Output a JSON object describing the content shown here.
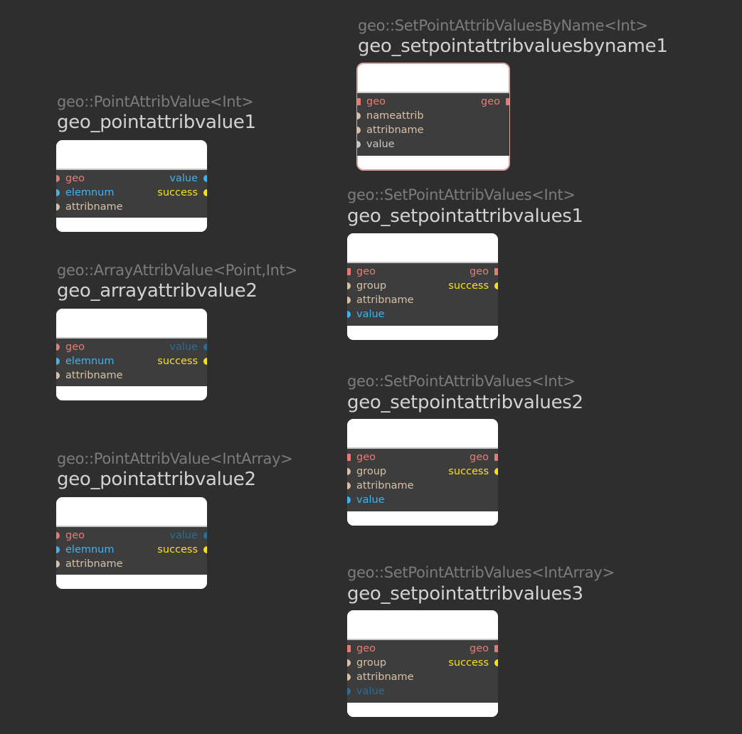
{
  "nodes": {
    "n1": {
      "type": "geo::PointAttribValue<Int>",
      "name": "geo_pointattribvalue1",
      "in": [
        "geo",
        "elemnum",
        "attribname"
      ],
      "out": [
        "value",
        "success"
      ]
    },
    "n2": {
      "type": "geo::ArrayAttribValue<Point,Int>",
      "name": "geo_arrayattribvalue2",
      "in": [
        "geo",
        "elemnum",
        "attribname"
      ],
      "out": [
        "value",
        "success"
      ]
    },
    "n3": {
      "type": "geo::PointAttribValue<IntArray>",
      "name": "geo_pointattribvalue2",
      "in": [
        "geo",
        "elemnum",
        "attribname"
      ],
      "out": [
        "value",
        "success"
      ]
    },
    "n4": {
      "type": "geo::SetPointAttribValuesByName<Int>",
      "name": "geo_setpointattribvaluesbyname1",
      "in": [
        "geo",
        "nameattrib",
        "attribname",
        "value"
      ],
      "out": [
        "geo"
      ]
    },
    "n5": {
      "type": "geo::SetPointAttribValues<Int>",
      "name": "geo_setpointattribvalues1",
      "in": [
        "geo",
        "group",
        "attribname",
        "value"
      ],
      "out": [
        "geo",
        "success"
      ]
    },
    "n6": {
      "type": "geo::SetPointAttribValues<Int>",
      "name": "geo_setpointattribvalues2",
      "in": [
        "geo",
        "group",
        "attribname",
        "value"
      ],
      "out": [
        "geo",
        "success"
      ]
    },
    "n7": {
      "type": "geo::SetPointAttribValues<IntArray>",
      "name": "geo_setpointattribvalues3",
      "in": [
        "geo",
        "group",
        "attribname",
        "value"
      ],
      "out": [
        "geo",
        "success"
      ]
    }
  },
  "colors": {
    "background": "#2e2e2e",
    "node_body": "#3d3d3d",
    "geometry_port": "#e57c74",
    "int_port": "#3fb3f0",
    "int_port_unconnected": "#2a6d95",
    "string_port": "#d8c0a8",
    "bool_port": "#f7e01c",
    "selected_outline": "#d4a5a2"
  }
}
